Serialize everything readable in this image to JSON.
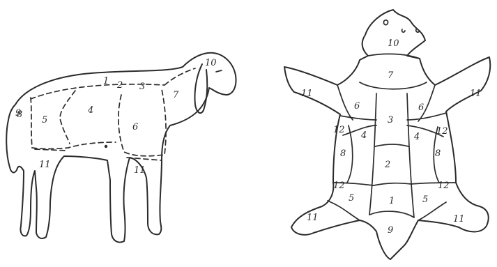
{
  "lamb_side_view": {
    "regions": [
      "1",
      "2",
      "3",
      "4",
      "5",
      "6",
      "7",
      "8",
      "9",
      "10",
      "11",
      "11"
    ]
  },
  "flat_pelt": {
    "regions": [
      "10",
      "7",
      "6",
      "6",
      "3",
      "4",
      "4",
      "12",
      "12",
      "12",
      "12",
      "8",
      "8",
      "2",
      "1",
      "5",
      "5",
      "11",
      "11",
      "11",
      "11",
      "9"
    ]
  }
}
